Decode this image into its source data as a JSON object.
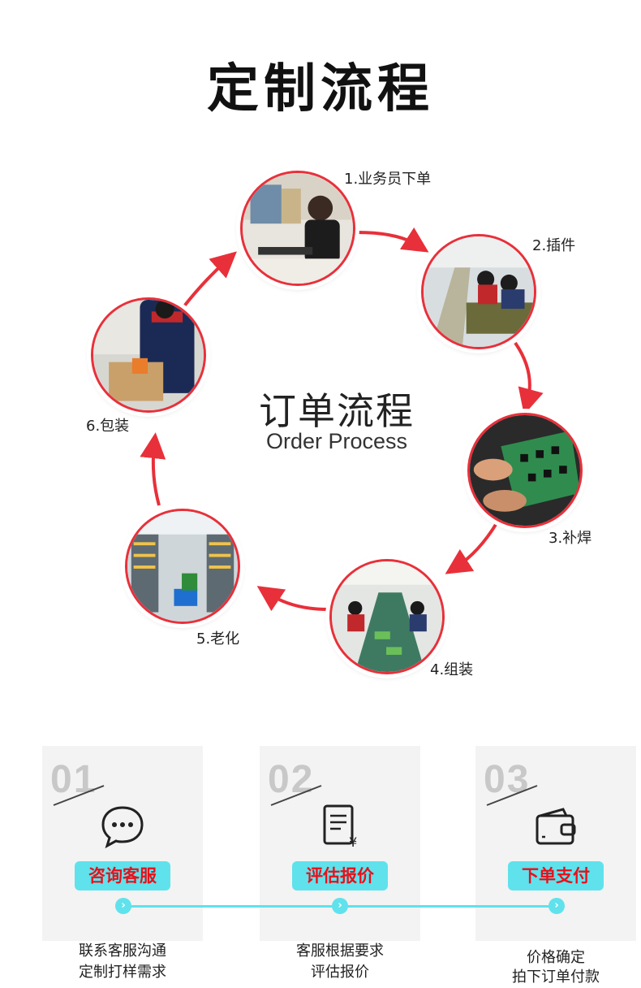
{
  "header": {
    "title": "定制流程"
  },
  "process": {
    "center_title": "订单流程",
    "center_subtitle": "Order Process",
    "steps": [
      {
        "label": "1.业务员下单"
      },
      {
        "label": "2.插件"
      },
      {
        "label": "3.补焊"
      },
      {
        "label": "4.组装"
      },
      {
        "label": "5.老化"
      },
      {
        "label": "6.包装"
      }
    ],
    "arrow_color": "#e8303a"
  },
  "service_steps": [
    {
      "number": "01",
      "icon": "chat-bubble-icon",
      "title": "咨询客服",
      "desc_line1": "联系客服沟通",
      "desc_line2": "定制打样需求"
    },
    {
      "number": "02",
      "icon": "quote-document-icon",
      "title": "评估报价",
      "desc_line1": "客服根据要求",
      "desc_line2": "评估报价"
    },
    {
      "number": "03",
      "icon": "wallet-icon",
      "title": "下单支付",
      "desc_line1": "价格确定",
      "desc_line2": "拍下订单付款"
    }
  ],
  "colors": {
    "accent_cyan": "#5fe2ec",
    "accent_red": "#e8101a",
    "card_bg": "#f3f3f3"
  }
}
